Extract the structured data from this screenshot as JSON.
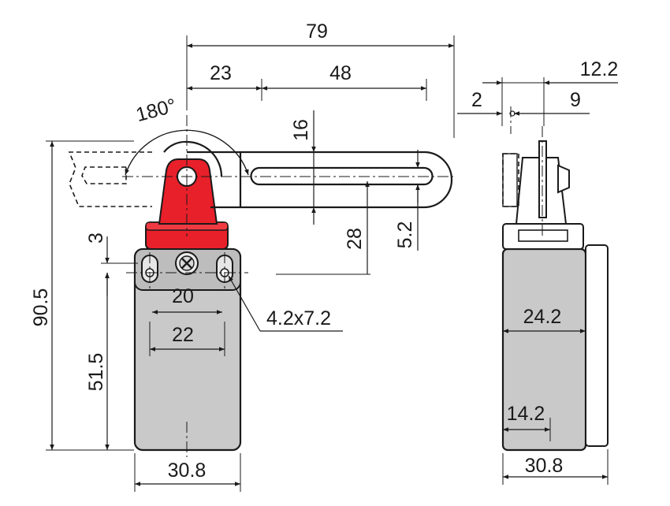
{
  "colors": {
    "red": "#e8202a",
    "red_dark": "#b8141c",
    "grey": "#c9c9c9",
    "grey_dark": "#a9a9a9",
    "line": "#1a1a1a"
  },
  "dimensions": {
    "total_width": "79",
    "lever_offset": "23",
    "slot_length": "48",
    "side_right": "12.2",
    "side_gap": "2",
    "side_nine": "9",
    "lever_height": "16",
    "slot_width": "5.2",
    "slot_drop": "28",
    "angle": "180°",
    "mount_offset": "3",
    "total_height": "90.5",
    "body_height": "51.5",
    "hole_spacing_inner": "20",
    "hole_spacing_outer": "22",
    "hole_size": "4.2x7.2",
    "front_width": "30.8",
    "side_depth": "24.2",
    "side_mid": "14.2",
    "side_width": "30.8"
  }
}
